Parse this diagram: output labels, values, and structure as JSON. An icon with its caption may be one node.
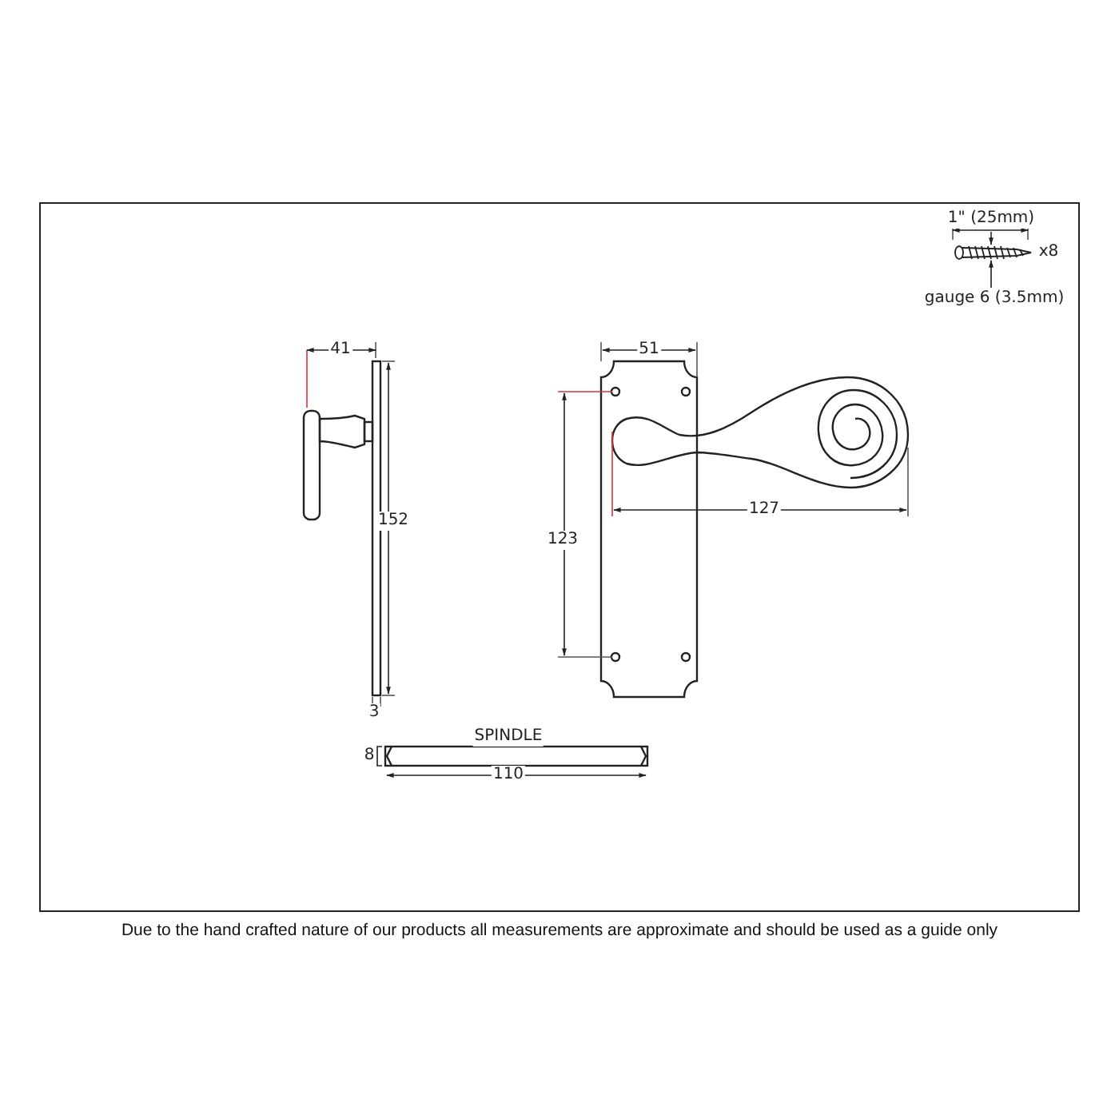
{
  "diagram": {
    "caption": "Due to the hand crafted nature of our products all measurements are approximate and should be used as a guide only",
    "labels": [
      "41",
      "152",
      "3",
      "51",
      "123",
      "127",
      "SPINDLE",
      "8",
      "110",
      "1\" (25mm)",
      "x8",
      "gauge 6 (3.5mm)"
    ]
  }
}
